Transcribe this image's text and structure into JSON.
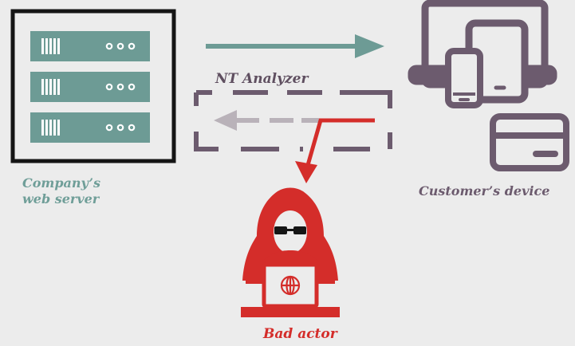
{
  "labels": {
    "server": [
      "Company’s",
      "web server"
    ],
    "analyzer": "NT Analyzer",
    "device": "Customer’s device",
    "actor": "Bad actor"
  },
  "colors": {
    "background": "#ececec",
    "teal": "#6d9b95",
    "purple": "#6c5b6e",
    "red": "#d42d2a",
    "gray": "#b9b2b9",
    "frame": "#151515"
  },
  "icons": [
    "server-rack-icon",
    "laptop-icon",
    "tablet-icon",
    "phone-icon",
    "credit-card-icon",
    "hooded-hacker-icon",
    "globe-icon"
  ]
}
